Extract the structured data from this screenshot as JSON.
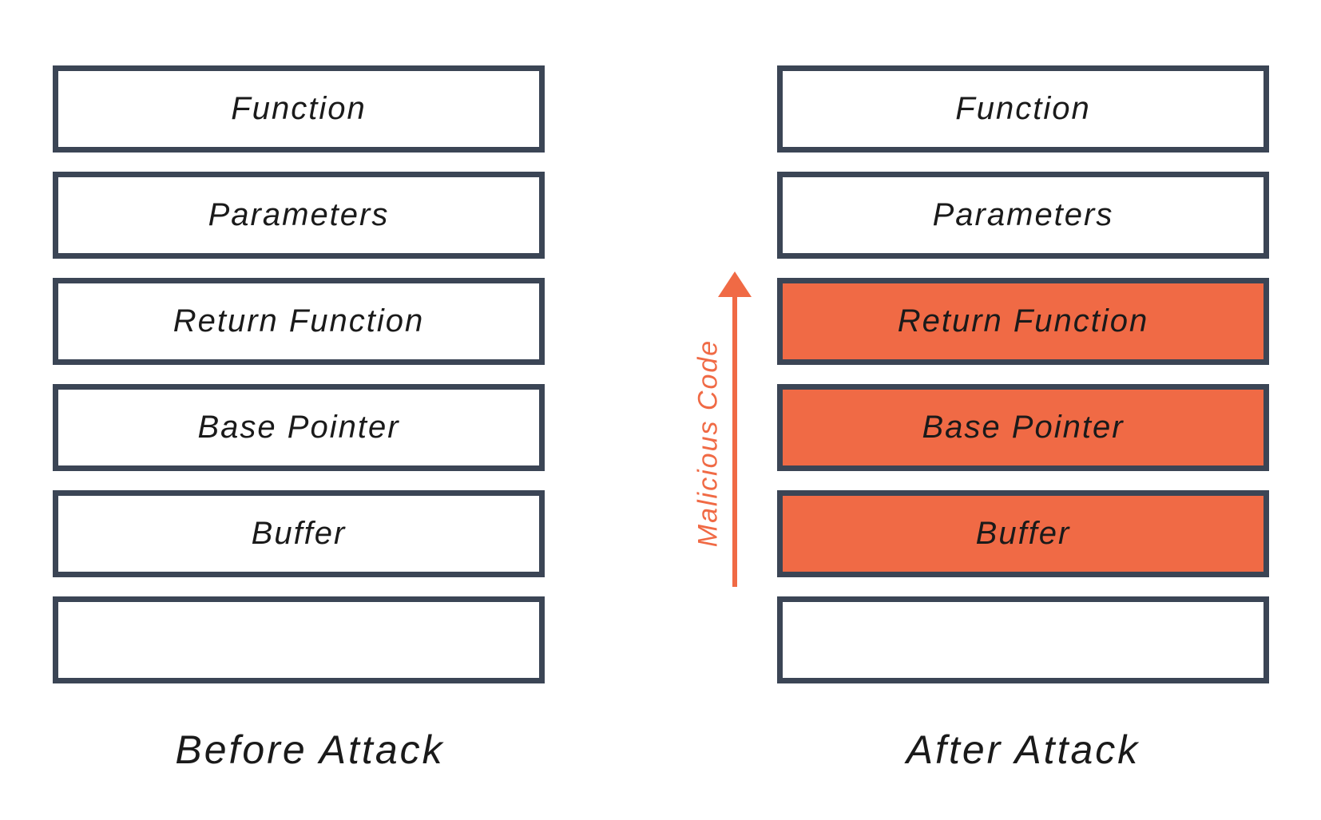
{
  "colors": {
    "border": "#3b4555",
    "highlight": "#f06a45",
    "text": "#1a1a1a"
  },
  "before": {
    "caption": "Before Attack",
    "cells": [
      "Function",
      "Parameters",
      "Return Function",
      "Base Pointer",
      "Buffer",
      ""
    ]
  },
  "after": {
    "caption": "After Attack",
    "cells": [
      "Function",
      "Parameters",
      "Return Function",
      "Base Pointer",
      "Buffer",
      ""
    ],
    "highlighted": [
      "Return Function",
      "Base Pointer",
      "Buffer"
    ]
  },
  "arrow": {
    "label": "Malicious Code",
    "direction": "up"
  }
}
